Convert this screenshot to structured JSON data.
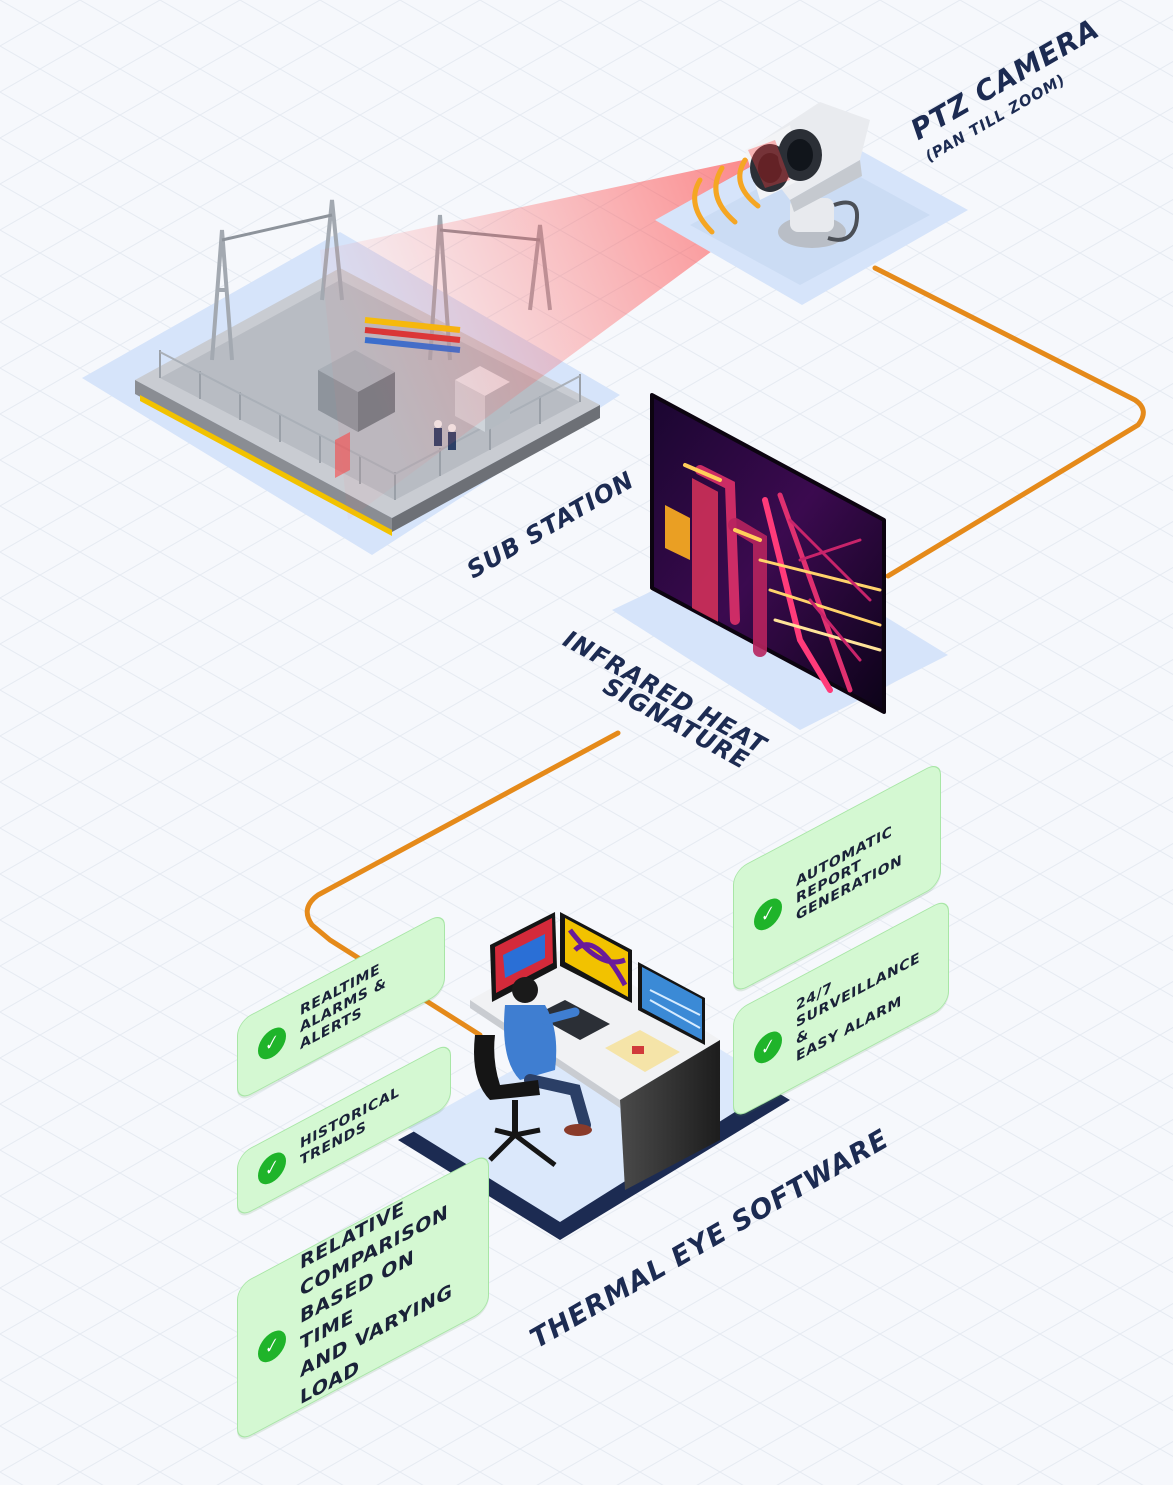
{
  "labels": {
    "camera_title": "PTZ CAMERA",
    "camera_subtitle": "(PAN TILL ZOOM)",
    "sub_station": "SUB STATION",
    "infrared_line1": "INFRARED HEAT",
    "infrared_line2": "SIGNATURE",
    "software": "THERMAL EYE SOFTWARE"
  },
  "features": {
    "realtime": [
      "REALTIME",
      "ALARMS &",
      "ALERTS"
    ],
    "historical": [
      "HISTORICAL",
      "TRENDS"
    ],
    "relative": [
      "RELATIVE",
      "COMPARISON",
      "BASED ON  TIME",
      "AND VARYING LOAD"
    ],
    "automatic": [
      "AUTOMATIC",
      "REPORT",
      "GENERATION"
    ],
    "surveillance": [
      "24/7",
      "SURVEILLANCE &",
      "EASY ALARM"
    ]
  },
  "icons": {
    "check": "check-icon",
    "signal": "signal-waves-icon"
  },
  "colors": {
    "connector": "#e58a1a",
    "label": "#1c2b52",
    "card_bg": "#d4f8d2",
    "check": "#1fb42a",
    "beam": "#ff3b3b",
    "platform": "#dbe8fb"
  }
}
